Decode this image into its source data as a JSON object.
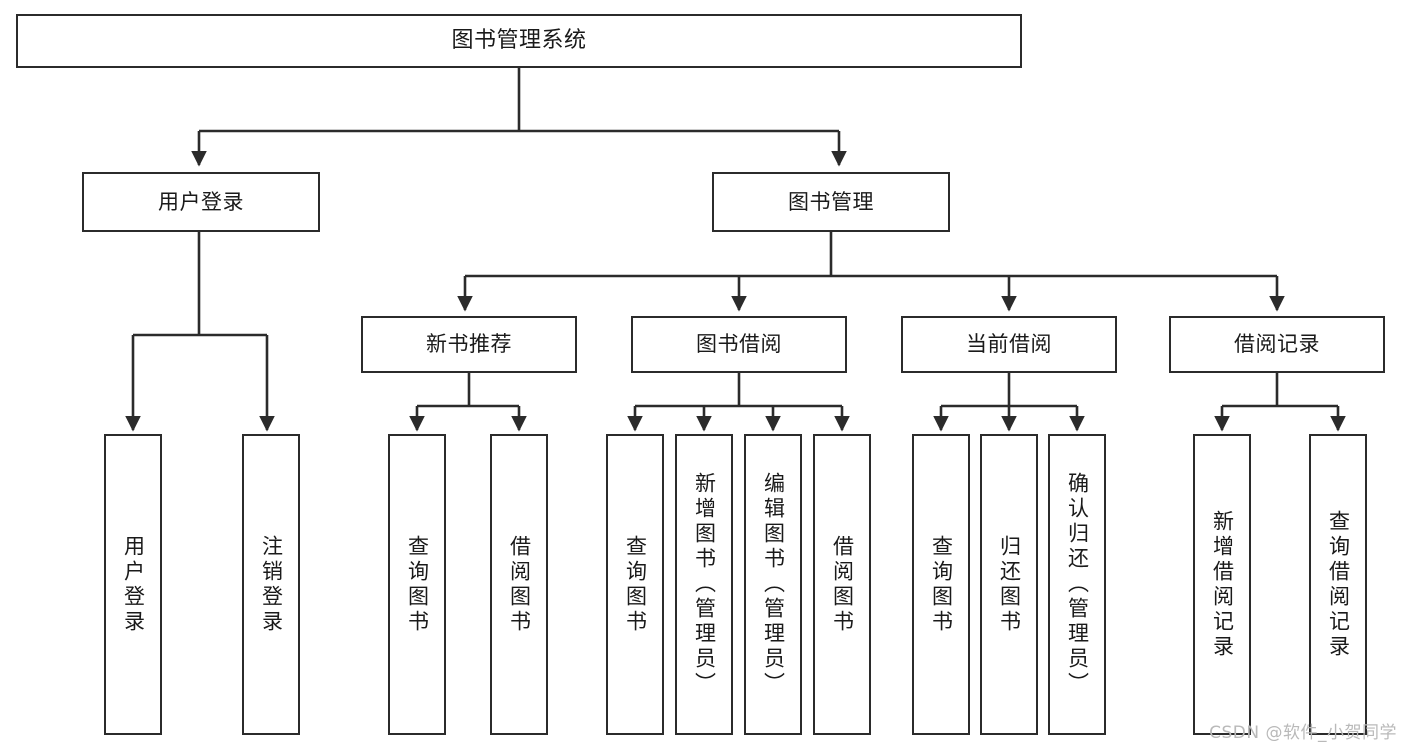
{
  "diagram": {
    "type": "tree-hierarchy-diagram",
    "title": "图书管理系统",
    "colors": {
      "background": "#ffffff",
      "box_border": "#2b2b2b",
      "box_fill": "#ffffff",
      "connector": "#2b2b2b",
      "text": "#1a1a1a",
      "watermark": "#b9b9b9"
    },
    "root": {
      "label": "图书管理系统"
    },
    "level2": [
      {
        "label": "用户登录"
      },
      {
        "label": "图书管理"
      }
    ],
    "level3": [
      {
        "label": "新书推荐"
      },
      {
        "label": "图书借阅"
      },
      {
        "label": "当前借阅"
      },
      {
        "label": "借阅记录"
      }
    ],
    "leaves": {
      "user_login": [
        {
          "label": "用户登录"
        },
        {
          "label": "注销登录"
        }
      ],
      "new_book_recommend": [
        {
          "label": "查询图书"
        },
        {
          "label": "借阅图书"
        }
      ],
      "book_borrow": [
        {
          "label": "查询图书"
        },
        {
          "label": "新增图书（管理员）"
        },
        {
          "label": "编辑图书（管理员）"
        },
        {
          "label": "借阅图书"
        }
      ],
      "current_borrow": [
        {
          "label": "查询图书"
        },
        {
          "label": "归还图书"
        },
        {
          "label": "确认归还（管理员）"
        }
      ],
      "borrow_record": [
        {
          "label": "新增借阅记录"
        },
        {
          "label": "查询借阅记录"
        }
      ]
    },
    "watermark": "CSDN @软件_小贺同学"
  }
}
